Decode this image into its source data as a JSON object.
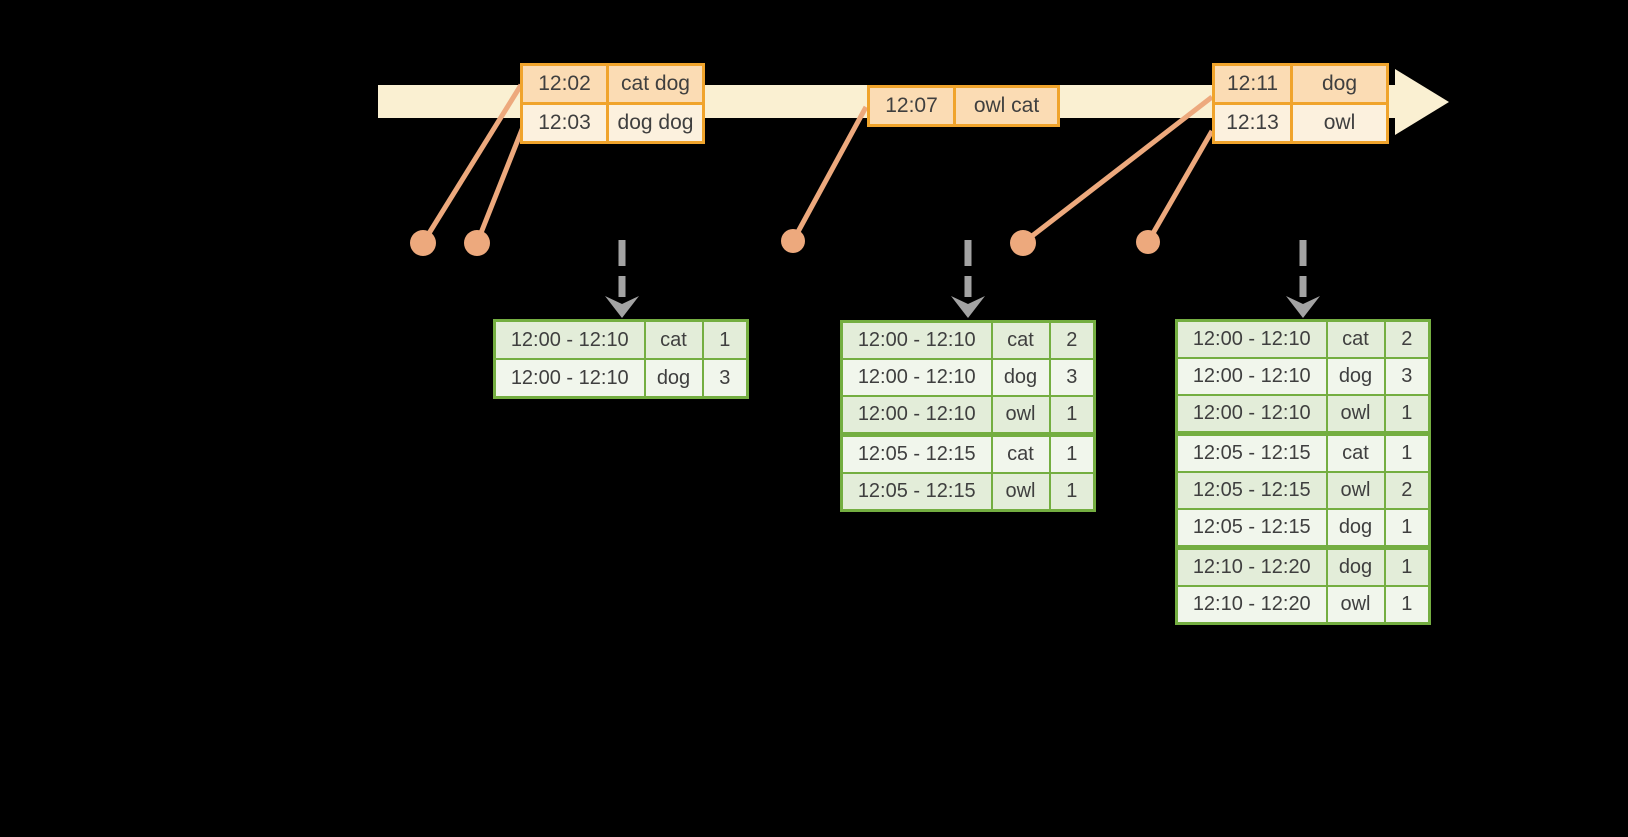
{
  "colors": {
    "background": "#000000",
    "timeline_fill": "#FAF0D2",
    "event_table_border": "#F0A42C",
    "event_row_dark": "#FBDCB4",
    "event_row_light": "#FCF1DE",
    "connector_salmon": "#EDA97D",
    "result_table_border": "#74AE41",
    "result_row_dark": "#E3EDD9",
    "result_row_light": "#F1F6EC",
    "trigger_arrow_gray": "#A3A3A3",
    "text": "#3F3F3F"
  },
  "input_tables": [
    {
      "rows": [
        {
          "time": "12:02",
          "words": "cat dog"
        },
        {
          "time": "12:03",
          "words": "dog dog"
        }
      ]
    },
    {
      "rows": [
        {
          "time": "12:07",
          "words": "owl cat"
        }
      ]
    },
    {
      "rows": [
        {
          "time": "12:11",
          "words": "dog"
        },
        {
          "time": "12:13",
          "words": "owl"
        }
      ]
    }
  ],
  "result_tables": [
    {
      "rows": [
        {
          "window": "12:00 - 12:10",
          "word": "cat",
          "count": "1"
        },
        {
          "window": "12:00 - 12:10",
          "word": "dog",
          "count": "3"
        }
      ]
    },
    {
      "rows": [
        {
          "window": "12:00 - 12:10",
          "word": "cat",
          "count": "2"
        },
        {
          "window": "12:00 - 12:10",
          "word": "dog",
          "count": "3"
        },
        {
          "window": "12:00 - 12:10",
          "word": "owl",
          "count": "1"
        },
        {
          "window": "12:05 - 12:15",
          "word": "cat",
          "count": "1"
        },
        {
          "window": "12:05 - 12:15",
          "word": "owl",
          "count": "1"
        }
      ]
    },
    {
      "rows": [
        {
          "window": "12:00 - 12:10",
          "word": "cat",
          "count": "2"
        },
        {
          "window": "12:00 - 12:10",
          "word": "dog",
          "count": "3"
        },
        {
          "window": "12:00 - 12:10",
          "word": "owl",
          "count": "1"
        },
        {
          "window": "12:05 - 12:15",
          "word": "cat",
          "count": "1"
        },
        {
          "window": "12:05 - 12:15",
          "word": "owl",
          "count": "2"
        },
        {
          "window": "12:05 - 12:15",
          "word": "dog",
          "count": "1"
        },
        {
          "window": "12:10 - 12:20",
          "word": "dog",
          "count": "1"
        },
        {
          "window": "12:10 - 12:20",
          "word": "owl",
          "count": "1"
        }
      ]
    }
  ]
}
